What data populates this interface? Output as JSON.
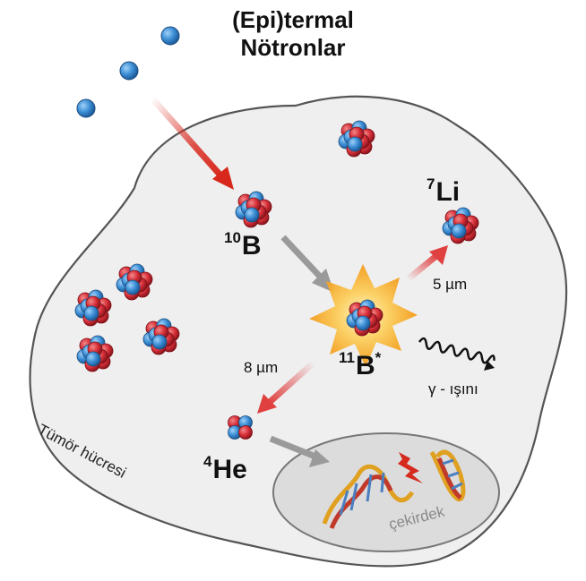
{
  "title": {
    "line1": "(Epi)termal",
    "line2": "Nötronlar"
  },
  "labels": {
    "boron10": {
      "mass": "10",
      "symbol": "B"
    },
    "boron11": {
      "mass": "11",
      "symbol": "B",
      "excited": "*"
    },
    "lithium7": {
      "mass": "7",
      "symbol": "Li"
    },
    "helium4": {
      "mass": "4",
      "symbol": "He"
    },
    "li_range": "5 µm",
    "he_range": "8 µm",
    "gamma": "γ - ışını",
    "cell": "Tümör hücresi",
    "nucleus": "çekirdek"
  },
  "colors": {
    "neutron": "#3d8fd6",
    "proton": "#d9303a",
    "cell_fill": "#efefef",
    "nucleus_fill": "#dcdcdc",
    "neutron_arrow": "#d8281c",
    "reaction_arrow": "#9a9a9a",
    "explosion": "#f7a21a"
  }
}
